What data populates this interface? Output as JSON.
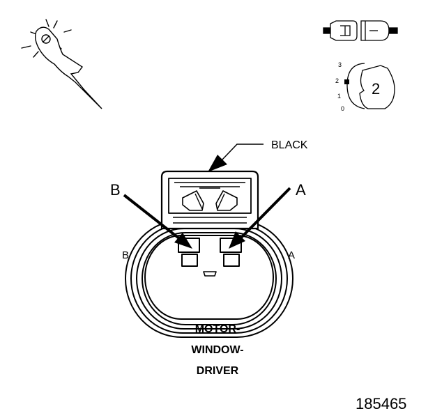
{
  "connector_color": "BLACK",
  "pin_callouts": {
    "left": "B",
    "right": "A"
  },
  "side_labels": {
    "left": "B",
    "right": "A"
  },
  "position_scale": [
    "3",
    "2",
    "1",
    "0"
  ],
  "position_key": "2",
  "component_name": [
    "MOTOR-",
    "WINDOW-",
    "DRIVER"
  ],
  "figure_number": "185465",
  "icons": {
    "probe": "test-probe-icon",
    "connector": "connector-pair-icon",
    "lock": "lock-position-icon"
  }
}
